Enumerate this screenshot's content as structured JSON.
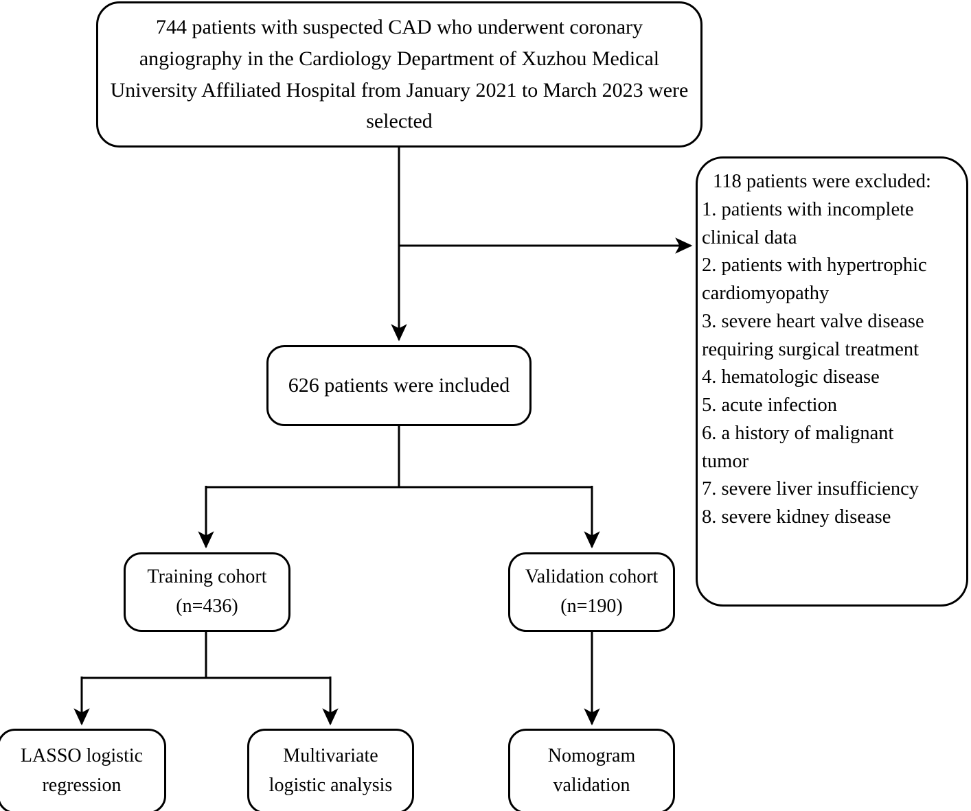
{
  "diagram": {
    "type": "flowchart",
    "title": "Patient selection and analysis flow",
    "stroke_color": "#000000",
    "background_color": "#ffffff",
    "nodes": {
      "enrolled": "744 patients with suspected CAD who underwent coronary angiography in the Cardiology Department of Xuzhou Medical University Affiliated Hospital from January 2021 to March 2023 were selected",
      "included": "626 patients were included",
      "training": "Training cohort (n=436)",
      "training_line1": "Training cohort",
      "training_line2": "(n=436)",
      "validation": "Validation cohort (n=190)",
      "validation_line1": "Validation cohort",
      "validation_line2": "(n=190)",
      "lasso_line1": "LASSO logistic",
      "lasso_line2": "regression",
      "multivariate_line1": "Multivariate",
      "multivariate_line2": "logistic analysis",
      "nomogram_line1": "Nomogram",
      "nomogram_line2": "validation"
    },
    "excluded": {
      "title": "118 patients were excluded:",
      "items": [
        "1. patients with incomplete",
        "clinical data",
        "2. patients with hypertrophic",
        "cardiomyopathy",
        "3. severe heart valve disease",
        "requiring surgical treatment",
        "4. hematologic disease",
        "5. acute infection",
        "6. a history of malignant",
        "tumor",
        "7. severe liver insufficiency",
        "8. severe kidney disease"
      ]
    },
    "counts": {
      "screened": 744,
      "excluded": 118,
      "included": 626,
      "training_n": 436,
      "validation_n": 190
    },
    "edges": [
      {
        "from": "enrolled",
        "to": "excluded",
        "direction": "right"
      },
      {
        "from": "enrolled",
        "to": "included",
        "direction": "down"
      },
      {
        "from": "included",
        "to": "training",
        "direction": "down-left"
      },
      {
        "from": "included",
        "to": "validation",
        "direction": "down-right"
      },
      {
        "from": "training",
        "to": "lasso",
        "direction": "down-left"
      },
      {
        "from": "training",
        "to": "multivariate",
        "direction": "down-right"
      },
      {
        "from": "validation",
        "to": "nomogram",
        "direction": "down"
      }
    ]
  }
}
